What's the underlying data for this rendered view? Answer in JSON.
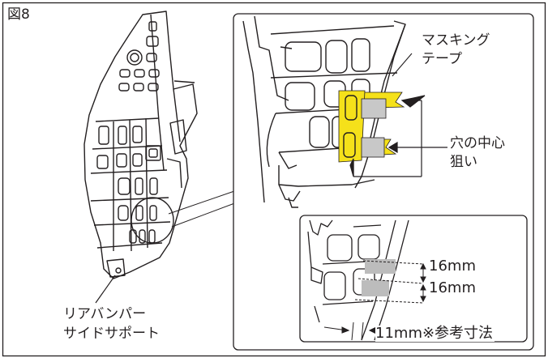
{
  "figure": {
    "label": "図8",
    "callout_tape": [
      "マスキング",
      "テープ"
    ],
    "callout_hole": [
      "穴の中心",
      "狙い"
    ],
    "part_name": [
      "リアバンパー",
      "サイドサポート"
    ],
    "dimensions": {
      "upper": "16mm",
      "lower": "16mm",
      "offset": "11mm※参考寸法"
    },
    "colors": {
      "tape_yellow": "#f5e11a",
      "tape_gray": "#c8c8c8",
      "line": "#231f20",
      "dim_gray": "#bcbcbc"
    }
  }
}
